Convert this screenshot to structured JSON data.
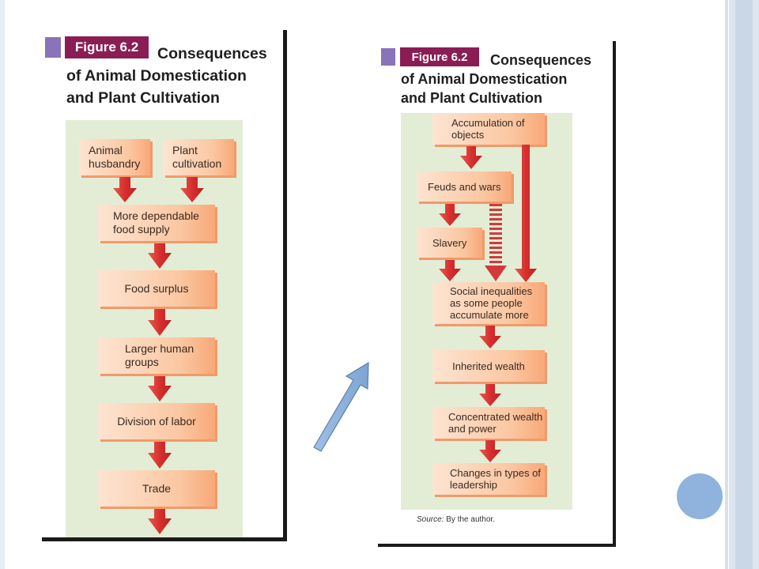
{
  "left_figure": {
    "label": "Figure 6.2",
    "title_lines": [
      "Consequences",
      "of Animal Domestication",
      "and Plant Cultivation"
    ],
    "boxes": {
      "animal_husbandry": "Animal husbandry",
      "plant_cultivation": "Plant cultivation",
      "food_supply": "More dependable food supply",
      "food_surplus": "Food surplus",
      "larger_groups": "Larger human groups",
      "division_labor": "Division of labor",
      "trade": "Trade"
    }
  },
  "right_figure": {
    "label": "Figure 6.2",
    "title_lines": [
      "Consequences",
      "of Animal Domestication",
      "and Plant Cultivation"
    ],
    "boxes": {
      "accumulation": "Accumulation of objects",
      "feuds": "Feuds and wars",
      "slavery": "Slavery",
      "inequalities": "Social inequalities as some people accumulate more",
      "inherited": "Inherited wealth",
      "concentrated": "Concentrated wealth and power",
      "leadership": "Changes in types of leadership"
    },
    "source_label": "Source:",
    "source_text": "By the author."
  },
  "colors": {
    "tag": "#8b1d55",
    "tag_square": "#8a73b8",
    "panel_bg": "#e3edd6",
    "arrow_red": "#d9383a",
    "pointer_arrow": "#8fb3dc",
    "circle": "#8fb3dc",
    "side_stripe": "#c9d7e6"
  }
}
